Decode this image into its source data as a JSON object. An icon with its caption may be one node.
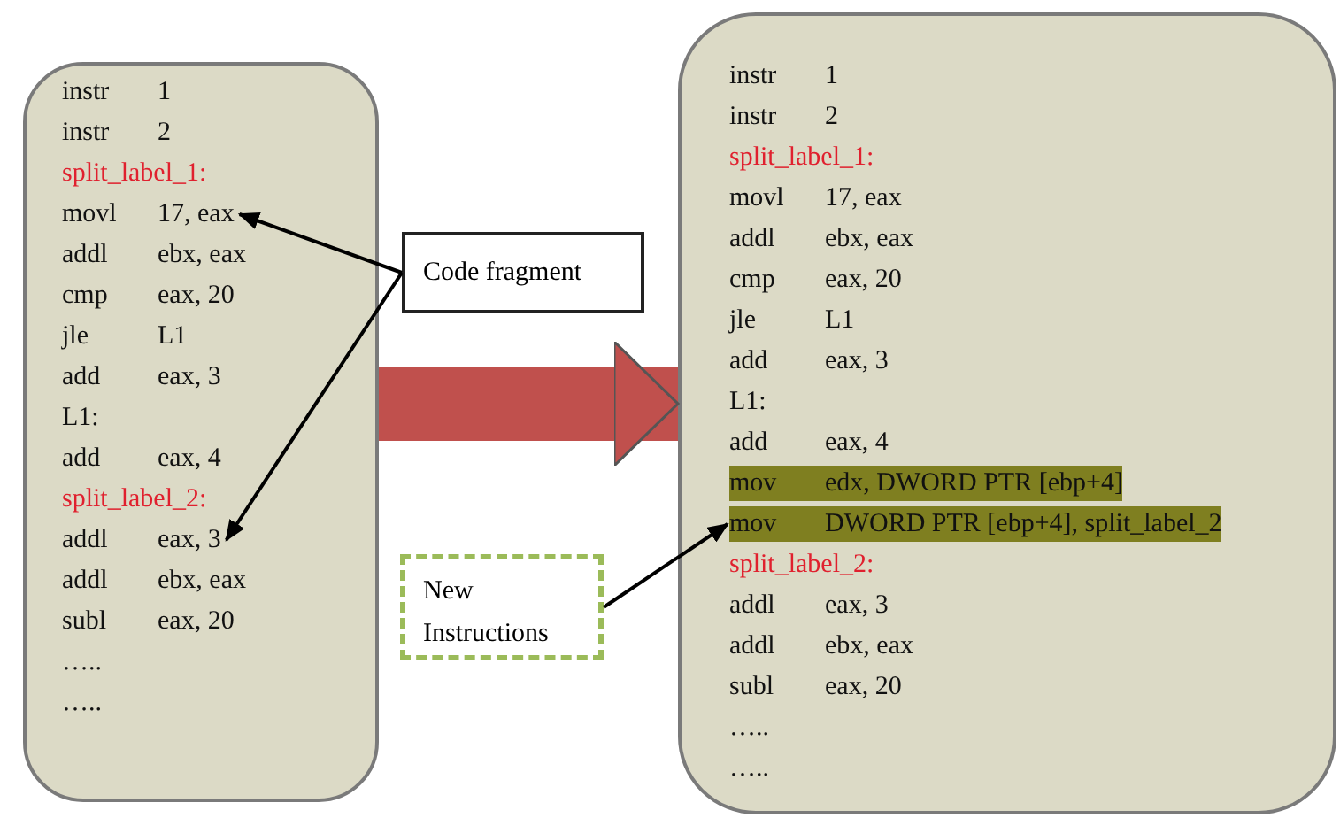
{
  "diagram": {
    "nodes": [
      {
        "text": [],
        "shape": "box"
      },
      {
        "text": [
          "instr 1"
        ],
        "in": 0
      },
      {
        "text": [
          "instr 2"
        ],
        "in": 0
      },
      {
        "text": [
          "split_label_1:"
        ],
        "in": 0
      },
      {
        "text": [
          "movl 17, eax"
        ],
        "in": 0
      },
      {
        "text": [
          "addl ebx, eax"
        ],
        "in": 0
      },
      {
        "text": [
          "cmp eax, 20"
        ],
        "in": 0
      },
      {
        "text": [
          "jle L1"
        ],
        "in": 0
      },
      {
        "text": [
          "add eax, 3"
        ],
        "in": 0
      },
      {
        "text": [
          "L1:"
        ],
        "in": 0
      },
      {
        "text": [
          "add eax, 4"
        ],
        "in": 0
      },
      {
        "text": [
          "split_label_2:"
        ],
        "in": 0
      },
      {
        "text": [
          "addl eax, 3"
        ],
        "in": 0
      },
      {
        "text": [
          "addl ebx, eax"
        ],
        "in": 0
      },
      {
        "text": [
          "subl eax, 20"
        ],
        "in": 0
      },
      {
        "text": [
          "….."
        ],
        "in": 0
      },
      {
        "text": [
          "….."
        ],
        "in": 0
      },
      {
        "text": [
          "Code fragment"
        ]
      },
      {
        "text": [],
        "shape": "box"
      },
      {
        "text": [
          "instr 1"
        ],
        "in": 18
      },
      {
        "text": [
          "instr 2"
        ],
        "in": 18
      },
      {
        "text": [
          "split_label_1:"
        ],
        "in": 18
      },
      {
        "text": [
          "movl 17, eax"
        ],
        "in": 18
      },
      {
        "text": [
          "addl ebx, eax"
        ],
        "in": 18
      },
      {
        "text": [
          "cmp eax, 20"
        ],
        "in": 18
      },
      {
        "text": [
          "jle L1"
        ],
        "in": 18
      },
      {
        "text": [
          "add eax, 3"
        ],
        "in": 18
      },
      {
        "text": [
          "L1:"
        ],
        "in": 18
      },
      {
        "text": [
          "add eax, 4"
        ],
        "in": 18
      },
      {
        "text": [
          "mov edx, DWORD PTR [ebp+4]"
        ],
        "in": 18
      },
      {
        "text": [
          "mov DWORD PTR [ebp+4], split_label_2"
        ],
        "in": 18
      },
      {
        "text": [
          "split_label_2:"
        ],
        "in": 18
      },
      {
        "text": [
          "addl eax, 3"
        ],
        "in": 18
      },
      {
        "text": [
          "addl ebx, eax"
        ],
        "in": 18
      },
      {
        "text": [
          "subl eax, 20"
        ],
        "in": 18
      },
      {
        "text": [
          "….."
        ],
        "in": 18
      },
      {
        "text": [
          "….."
        ],
        "in": 18
      },
      {
        "text": [
          "New Instructions"
        ]
      }
    ],
    "edges": [
      {
        "from": 17,
        "to": 4,
        "arrow": "to"
      },
      {
        "from": 17,
        "to": 12,
        "arrow": "to"
      },
      {
        "from": 0,
        "to": 18,
        "arrow": "to",
        "style": "thick",
        "color": "#c0504d"
      },
      {
        "from": 37,
        "to": 30,
        "arrow": "to"
      }
    ]
  }
}
